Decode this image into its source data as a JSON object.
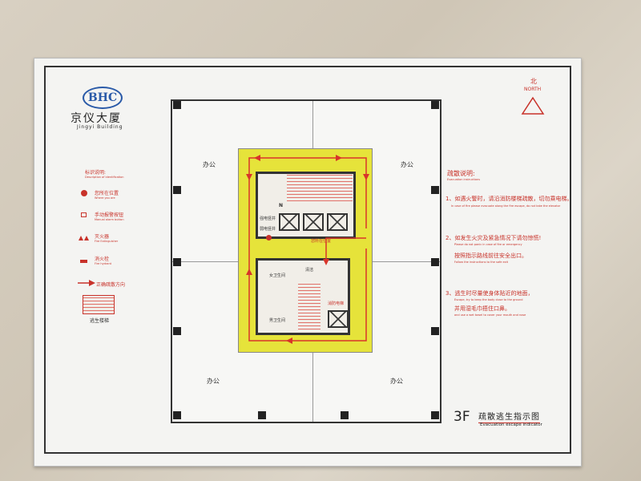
{
  "sign": {
    "logo_text": "BHC",
    "building_name_cn": "京仪大厦",
    "building_name_en": "Jingyi Building",
    "north_cn": "北",
    "north_en": "NORTH",
    "floor": "3F",
    "title_cn": "疏散逃生指示图",
    "title_en": "Evacuation escape indicator",
    "accent_color": "#c8322a",
    "evacuation_zone_color": "#e6e33a"
  },
  "legend": {
    "title_cn": "标识说明:",
    "title_en": "Description of identification",
    "items": [
      {
        "icon": "you-are-here-dot-icon",
        "cn": "您所在位置",
        "en": "Where you are"
      },
      {
        "icon": "alarm-button-icon",
        "cn": "手动报警按钮",
        "en": "Manual alarm button"
      },
      {
        "icon": "fire-extinguisher-icon",
        "cn": "灭火器",
        "en": "Fire Extinguisher"
      },
      {
        "icon": "fire-hydrant-icon",
        "cn": "消火栓",
        "en": "Fire hydrant"
      },
      {
        "icon": "arrow-right-icon",
        "cn": "正确疏散方向",
        "en": ""
      },
      {
        "icon": "stairs-icon",
        "cn": "逃生楼梯",
        "en": ""
      }
    ]
  },
  "instructions": {
    "title_cn": "疏散说明:",
    "title_en": "Evacuation instructions",
    "items": [
      {
        "cn": "1、如遇火警时，请沿消防楼梯疏散，切勿乘电梯。",
        "en": "In case of fire please evacuate along the fire escape, do not take the elevator"
      },
      {
        "cn": "2、如发生火灾及紧急情况下请勿惊慌!",
        "en": "Please do not panic in case of fire or emergency",
        "cn2": "按照指示路线前往安全出口。",
        "en2": "Follow the instructions to the safe exit"
      },
      {
        "cn": "3、逃生时尽量使身体贴近的地面，",
        "en": "Escape, try to keep the body close to the ground",
        "cn2": "并用湿毛巾捂住口鼻。",
        "en2": "and use a wet towel to cover your mouth and nose"
      }
    ]
  },
  "plan": {
    "offices": [
      "办公",
      "办公",
      "办公",
      "办公"
    ],
    "rooms": {
      "strong_shaft": "强电竖井",
      "weak_shaft": "弱电竖井",
      "female_wc": "女卫生间",
      "male_wc": "男卫生间",
      "fire_lift": "消防电梯",
      "cleaning": "清洁",
      "you_are_here": "您所在位置",
      "north_mark": "N"
    }
  }
}
